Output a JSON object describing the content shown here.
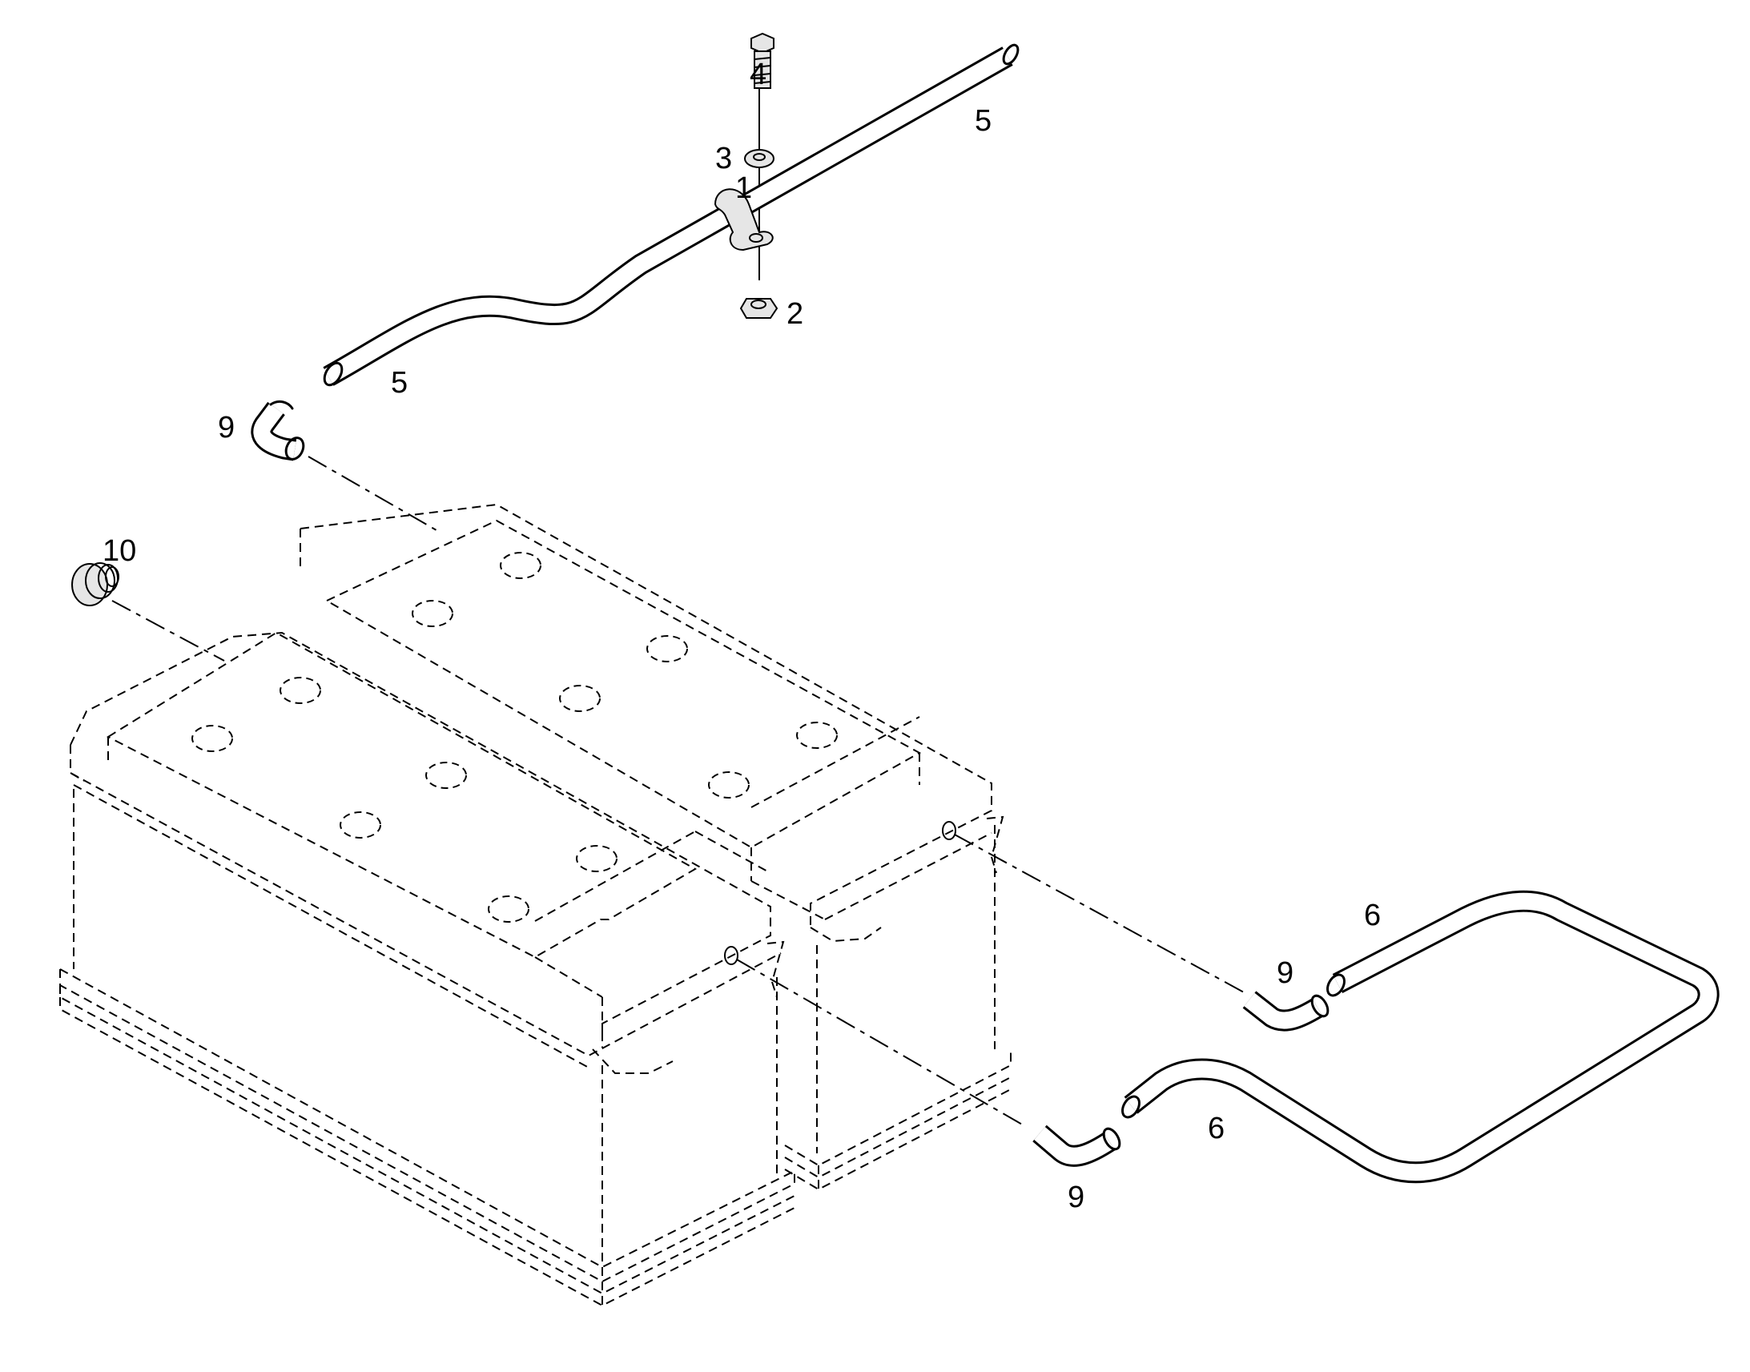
{
  "labels": {
    "clamp": "1",
    "nut": "2",
    "washer": "3",
    "bolt": "4",
    "pipe_upper_right": "5",
    "pipe_upper_left": "5",
    "pipe_lower_upper": "6",
    "pipe_lower_lower": "6",
    "elbow_top": "9",
    "elbow_mid": "9",
    "elbow_bottom": "9",
    "plug": "10"
  }
}
